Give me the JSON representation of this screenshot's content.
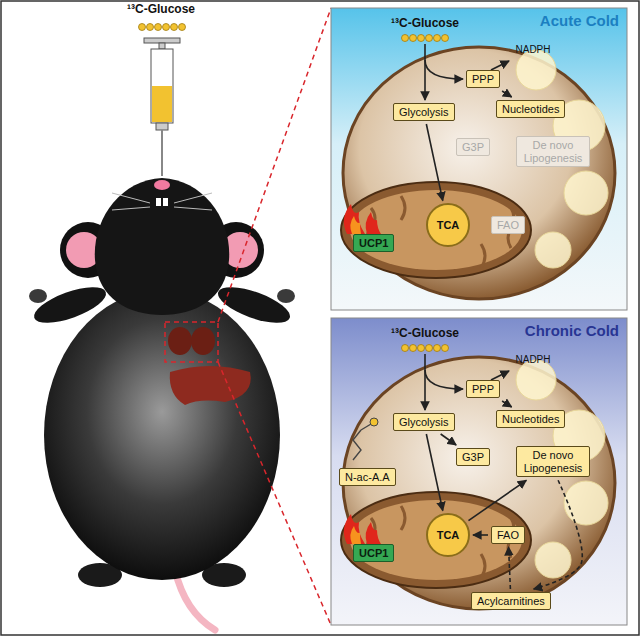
{
  "diagram": {
    "nodes": [
      {
        "text": [
          "Acute Cold"
        ]
      },
      {
        "text": [
          "PPP"
        ],
        "in": 0
      },
      {
        "text": [
          "Glycolysis"
        ],
        "in": 0
      },
      {
        "text": [
          "Nucleotides"
        ],
        "in": 0
      },
      {
        "text": [
          "G3P"
        ],
        "in": 0
      },
      {
        "text": [
          "De novo Lipogenesis"
        ],
        "in": 0
      },
      {
        "text": [
          "UCP1"
        ],
        "in": 0
      },
      {
        "text": [
          "TCA"
        ],
        "in": 0
      },
      {
        "text": [
          "FAO"
        ],
        "in": 0
      },
      {
        "text": [
          "Chronic Cold"
        ]
      },
      {
        "text": [
          "PPP"
        ],
        "in": 9
      },
      {
        "text": [
          "Glycolysis"
        ],
        "in": 9
      },
      {
        "text": [
          "Nucleotides"
        ],
        "in": 9
      },
      {
        "text": [
          "G3P"
        ],
        "in": 9
      },
      {
        "text": [
          "De novo Lipogenesis"
        ],
        "in": 9
      },
      {
        "text": [
          "N-ac-A.A"
        ],
        "in": 9
      },
      {
        "text": [
          "UCP1"
        ],
        "in": 9
      },
      {
        "text": [
          "TCA"
        ],
        "in": 9
      },
      {
        "text": [
          "FAO"
        ],
        "in": 9
      },
      {
        "text": [
          "Acylcarnitines"
        ],
        "in": 9
      }
    ],
    "edges": [
      {
        "from": 1,
        "to": 3,
        "arrow": "to"
      },
      {
        "from": 2,
        "to": 7,
        "arrow": "to"
      },
      {
        "from": 10,
        "to": 12,
        "arrow": "to"
      },
      {
        "from": 11,
        "to": 17,
        "arrow": "to"
      },
      {
        "from": 11,
        "to": 13,
        "arrow": "to"
      },
      {
        "from": 17,
        "to": 14,
        "arrow": "to"
      },
      {
        "from": 14,
        "to": 19,
        "arrow": "to"
      },
      {
        "from": 19,
        "to": 18,
        "arrow": "to"
      },
      {
        "from": 18,
        "to": 17,
        "arrow": "to"
      }
    ],
    "labels": [
      "¹³C-Glucose",
      "¹³C-Glucose",
      "NADPH",
      "¹³C-Glucose",
      "NADPH"
    ]
  }
}
